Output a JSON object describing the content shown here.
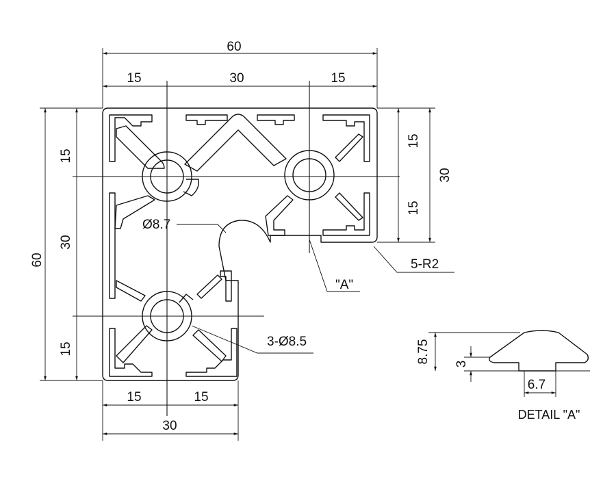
{
  "drawing": {
    "dimensions": {
      "top_overall": "60",
      "top_left": "15",
      "top_mid": "30",
      "top_right": "15",
      "left_overall": "60",
      "left_top": "15",
      "left_mid": "30",
      "left_bottom": "15",
      "right_overall": "30",
      "right_top": "15",
      "right_bottom": "15",
      "bottom_left": "15",
      "bottom_right": "15",
      "bottom_overall": "30"
    },
    "callouts": {
      "slot_diameter": "Ø8.7",
      "bore_diameter": "3-Ø8.5",
      "corner_radius": "5-R2",
      "detail_ref": "\"A\""
    },
    "detail": {
      "height": "8.75",
      "lip": "3",
      "opening": "6.7",
      "title": "DETAIL \"A\""
    },
    "colors": {
      "line": "#111111",
      "background": "#ffffff"
    }
  }
}
